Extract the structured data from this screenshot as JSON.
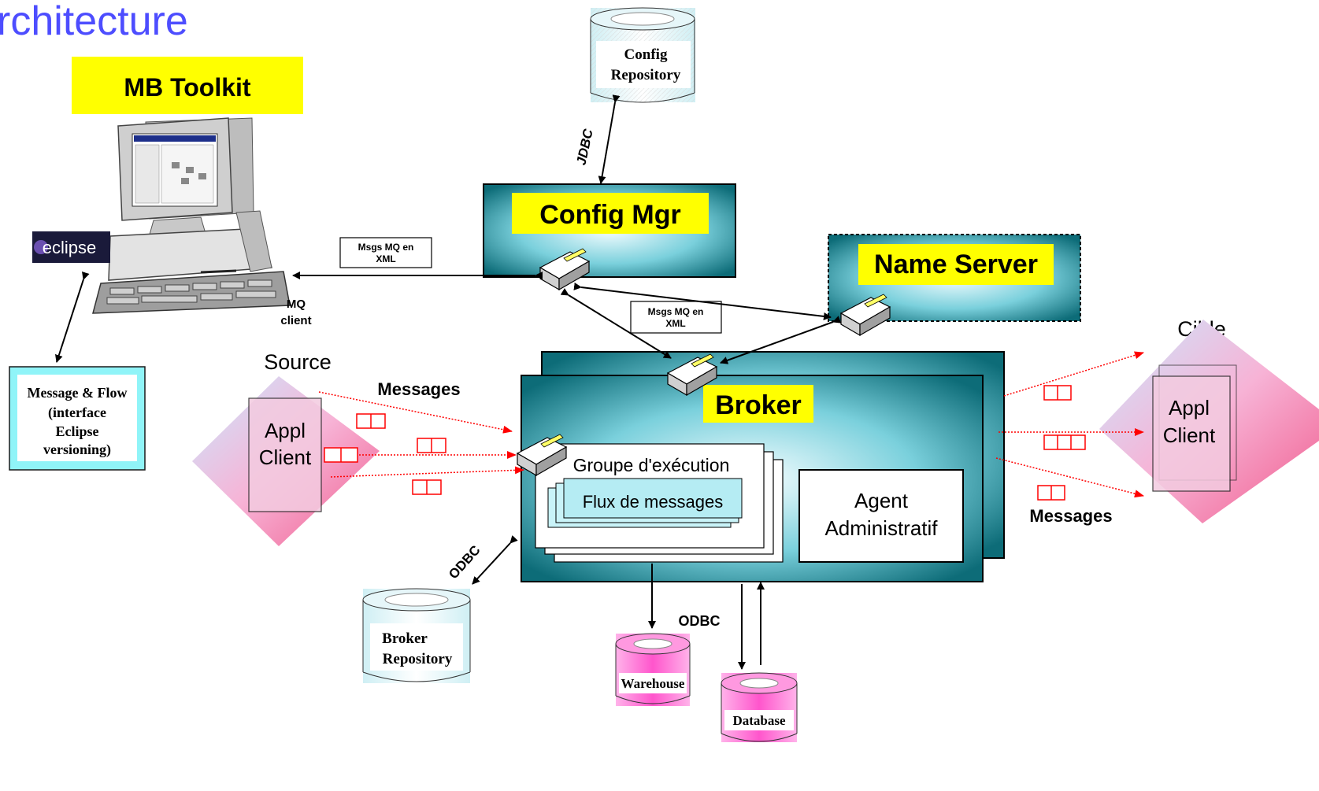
{
  "title": "rchitecture",
  "toolkit": {
    "label": "MB Toolkit",
    "eclipse_logo": "eclipse",
    "mq_client": [
      "MQ",
      "client"
    ],
    "message_flow_box": [
      "Message & Flow",
      "(interface",
      "Eclipse",
      "versioning)"
    ]
  },
  "config_repository": [
    "Config",
    "Repository"
  ],
  "jdbc_label": "JDBC",
  "config_mgr": {
    "label": "Config Mgr"
  },
  "name_server": {
    "label": "Name Server"
  },
  "msgs_mq_top": [
    "Msgs MQ en",
    "XML"
  ],
  "msgs_mq_mid": [
    "Msgs MQ en",
    "XML"
  ],
  "broker": {
    "label": "Broker",
    "exec_group": "Groupe d'exécution",
    "message_flows": "Flux de messages",
    "admin_agent": [
      "Agent",
      "Administratif"
    ]
  },
  "source": {
    "label": "Source",
    "appl": [
      "Appl",
      "Client"
    ]
  },
  "target": {
    "label": "Cible",
    "appl": [
      "Appl",
      "Client"
    ]
  },
  "messages_left": "Messages",
  "messages_right": "Messages",
  "odbc_left": "ODBC",
  "odbc_bottom": "ODBC",
  "broker_repository": [
    "Broker",
    "Repository"
  ],
  "warehouse": "Warehouse",
  "database": "Database",
  "colors": {
    "title_blue": "#4d4dff",
    "yellow": "#ffff00",
    "teal_dark": "#0f6f7c",
    "teal_light": "#e8f8fa",
    "magenta": "#ff44cc",
    "red": "#ff0000"
  }
}
